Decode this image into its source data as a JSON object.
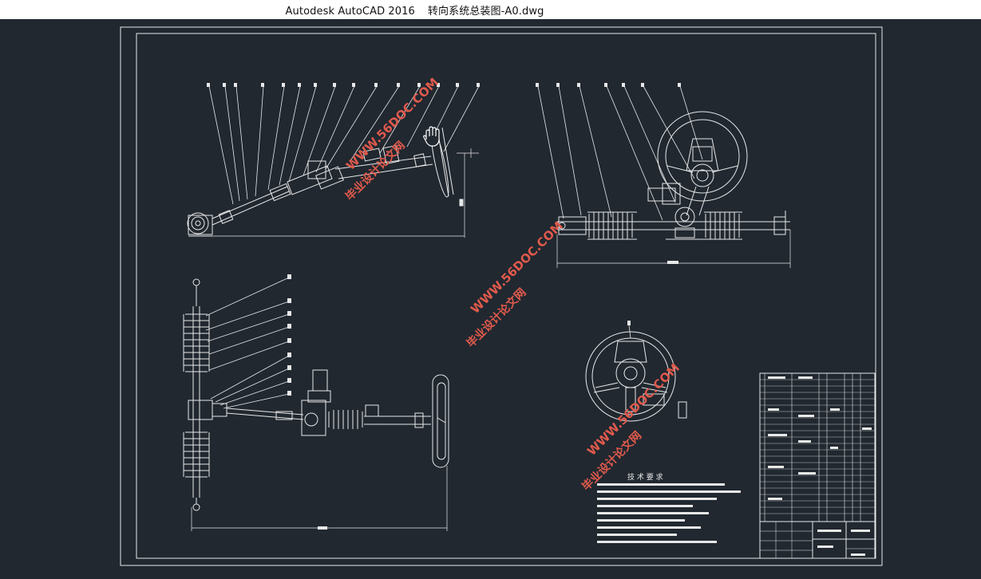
{
  "window": {
    "app_name": "Autodesk AutoCAD 2016",
    "file_name": "转向系统总装图-A0.dwg"
  },
  "drawing": {
    "watermarks": [
      {
        "site": "WWW.56DOC.COM",
        "label": "毕业设计论文网"
      },
      {
        "site": "WWW.56DOC.COM",
        "label": "毕业设计论文网"
      },
      {
        "site": "WWW.56DOC.COM",
        "label": "毕业设计论文网"
      }
    ],
    "tech_requirements_title": "技 术 要 求",
    "colors": {
      "background": "#212830",
      "linework": "#ffffff",
      "watermark": "#e05a4c"
    }
  }
}
